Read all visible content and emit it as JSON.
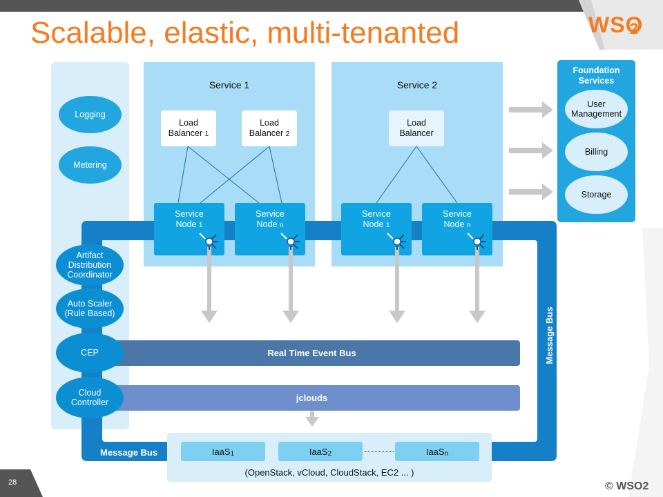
{
  "slide": {
    "title": "Scalable, elastic, multi-tenanted",
    "page_number": "28",
    "copyright": "© WSO2",
    "logo": {
      "text": "WSO",
      "sub": "2"
    }
  },
  "left_panel": {
    "logging": "Logging",
    "metering": "Metering",
    "artifact": [
      "Artifact",
      "Distribution",
      "Coordinator"
    ],
    "autoscaler": [
      "Auto Scaler",
      "(Rule Based)"
    ],
    "cep": "CEP",
    "cloud": [
      "Cloud",
      "Controller"
    ]
  },
  "service1": {
    "title": "Service 1",
    "lb1": {
      "line1": "Load",
      "line2": "Balancer",
      "sub": "1"
    },
    "lb2": {
      "line1": "Load",
      "line2": "Balancer",
      "sub": "2"
    },
    "node1": {
      "line1": "Service",
      "line2": "Node",
      "sub": "1"
    },
    "noden": {
      "line1": "Service",
      "line2": "Node",
      "sub": "n"
    }
  },
  "service2": {
    "title": "Service 2",
    "lb": {
      "line1": "Load",
      "line2": "Balancer"
    },
    "node1": {
      "line1": "Service",
      "line2": "Node",
      "sub": "1"
    },
    "noden": {
      "line1": "Service",
      "line2": "Node",
      "sub": "n"
    }
  },
  "foundation": {
    "title": [
      "Foundation",
      "Services"
    ],
    "user_mgmt": [
      "User",
      "Management"
    ],
    "billing": "Billing",
    "storage": "Storage"
  },
  "bus": {
    "realtime": "Real Time Event Bus",
    "jclouds": "jclouds",
    "message_bus_bottom": "Message Bus",
    "message_bus_right": "Message Bus"
  },
  "iaas": {
    "items": [
      {
        "label": "IaaS",
        "sub": "1"
      },
      {
        "label": "IaaS",
        "sub": "2"
      },
      {
        "label": "IaaS",
        "sub": "n"
      }
    ],
    "footnote": "(OpenStack, vCloud, CloudStack, EC2 ... )"
  },
  "colors": {
    "accent": "#f47b20",
    "bus_blue": "#1580c7",
    "node_blue": "#10a5e2",
    "realtime_bar": "#4a76a8",
    "jclouds_bar": "#6e8fcb"
  }
}
